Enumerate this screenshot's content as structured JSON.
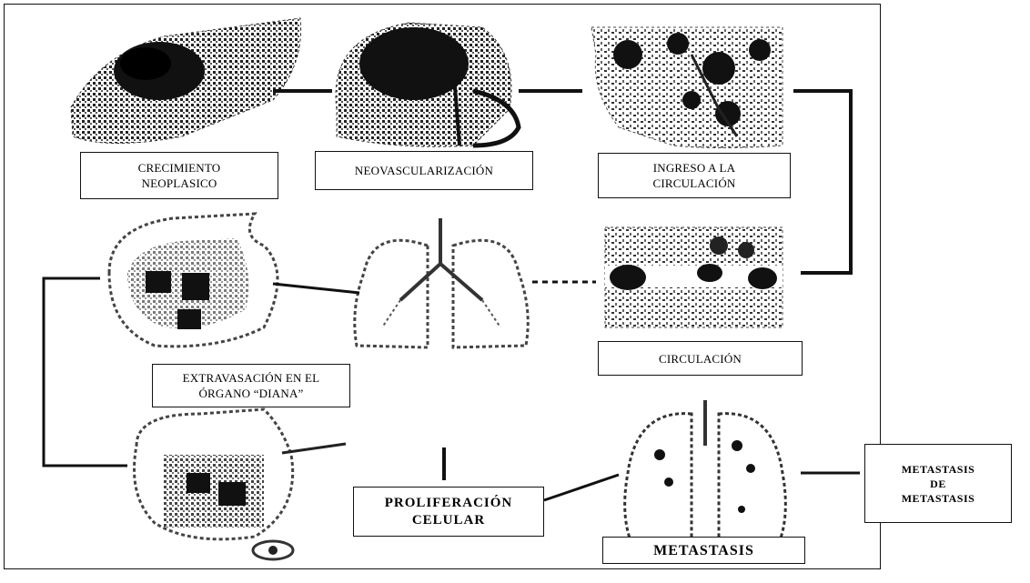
{
  "diagram": {
    "steps": [
      {
        "id": "crecimiento",
        "label": "CRECIMIENTO\nNEOPLASICO"
      },
      {
        "id": "neovascularizacion",
        "label": "NEOVASCULARIZACIÓN"
      },
      {
        "id": "ingreso",
        "label": "INGRESO A LA\nCIRCULACIÓN"
      },
      {
        "id": "circulacion",
        "label": "CIRCULACIÓN"
      },
      {
        "id": "extravasacion",
        "label": "EXTRAVASACIÓN EN EL\nÓRGANO “DIANA”"
      },
      {
        "id": "proliferacion",
        "label": "PROLIFERACIÓN\nCELULAR"
      },
      {
        "id": "metastasis",
        "label": "METASTASIS"
      },
      {
        "id": "metastasis_de_metastasis",
        "label": "METASTASIS\nDE\nMETASTASIS"
      }
    ]
  }
}
